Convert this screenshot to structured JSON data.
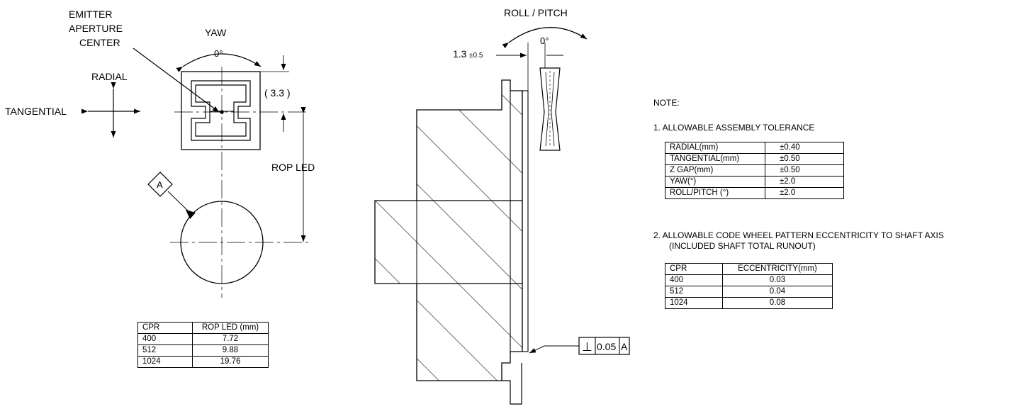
{
  "left_view": {
    "emitter_label": [
      "EMITTER",
      "APERTURE",
      "CENTER"
    ],
    "yaw_label": "YAW",
    "yaw_angle": "0°",
    "radial_label": "RADIAL",
    "tangential_label": "TANGENTIAL",
    "dim_3_3": "( 3.3 )",
    "rop_led_label": "ROP  LED",
    "datum_label": "A"
  },
  "rop_table": {
    "headers": [
      "CPR",
      "ROP  LED  (mm)"
    ],
    "rows": [
      [
        "400",
        "7.72"
      ],
      [
        "512",
        "9.88"
      ],
      [
        "1024",
        "19.76"
      ]
    ]
  },
  "side_view": {
    "roll_pitch_label": "ROLL  /  PITCH",
    "roll_angle": "0°",
    "gap_value": "1.3",
    "gap_tol": "±0.5",
    "fcf_symbol": "⊥",
    "fcf_value": "0.05",
    "fcf_datum": "A"
  },
  "notes": {
    "title": "NOTE:",
    "note1": "1. ALLOWABLE ASSEMBLY TOLERANCE",
    "tolerance_table": [
      [
        "RADIAL(mm)",
        "±0.40"
      ],
      [
        "TANGENTIAL(mm)",
        "±0.50"
      ],
      [
        "Z  GAP(mm)",
        "±0.50"
      ],
      [
        "YAW(°)",
        "±2.0"
      ],
      [
        "ROLL/PITCH (°)",
        "±2.0"
      ]
    ],
    "note2_line1": "2. ALLOWABLE CODE WHEEL PATTERN ECCENTRICITY TO SHAFT AXIS",
    "note2_line2": "(INCLUDED SHAFT TOTAL RUNOUT)",
    "ecc_table": {
      "headers": [
        "CPR",
        "ECCENTRICITY(mm)"
      ],
      "rows": [
        [
          "400",
          "0.03"
        ],
        [
          "512",
          "0.04"
        ],
        [
          "1024",
          "0.08"
        ]
      ]
    }
  }
}
